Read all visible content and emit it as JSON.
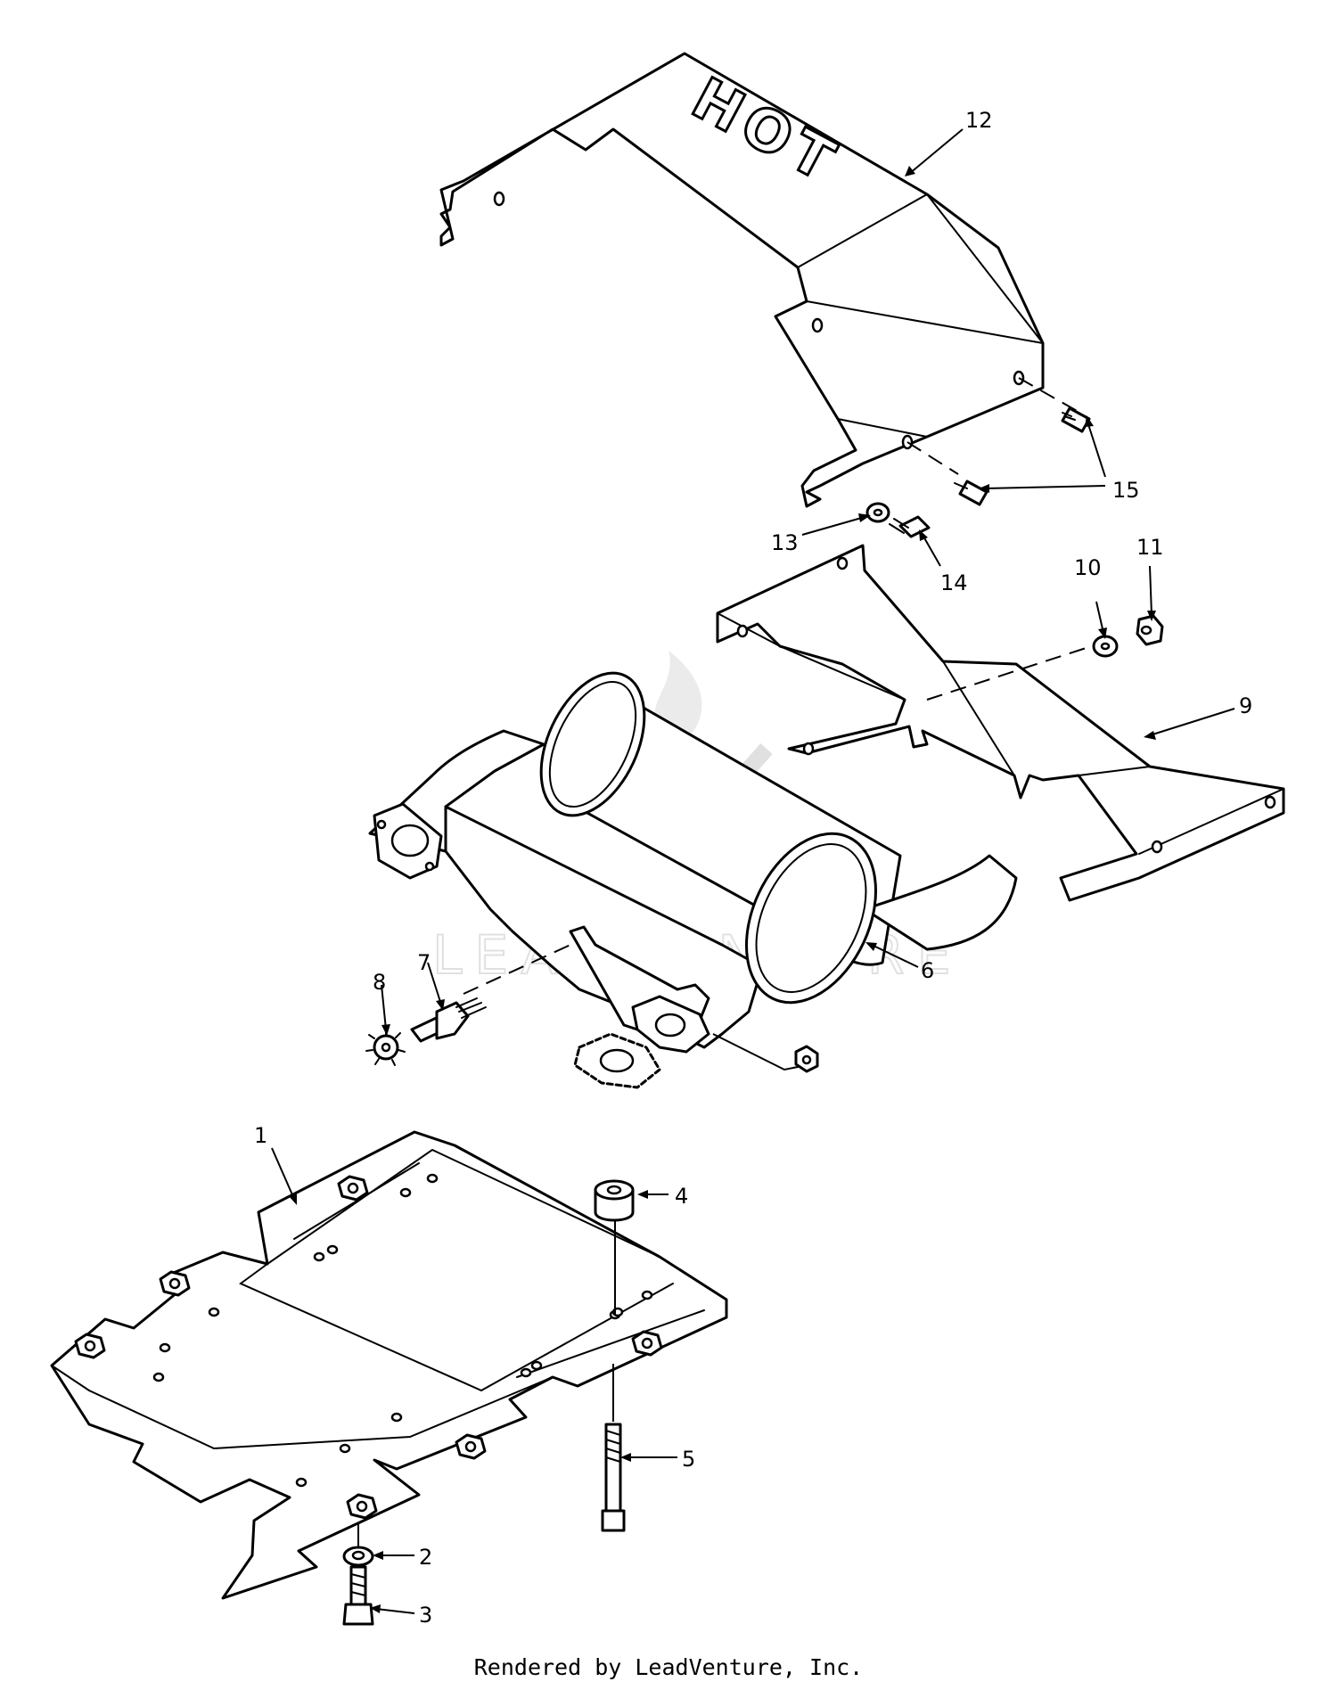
{
  "diagram": {
    "hot_label": "HOT",
    "watermark": "LEADVENTURE",
    "callouts": {
      "c1": "1",
      "c2": "2",
      "c3": "3",
      "c4": "4",
      "c5": "5",
      "c6": "6",
      "c7": "7",
      "c8": "8",
      "c9": "9",
      "c10": "10",
      "c11": "11",
      "c12": "12",
      "c13": "13",
      "c14": "14",
      "c15": "15"
    }
  },
  "footer": {
    "text": "Rendered by LeadVenture, Inc."
  }
}
